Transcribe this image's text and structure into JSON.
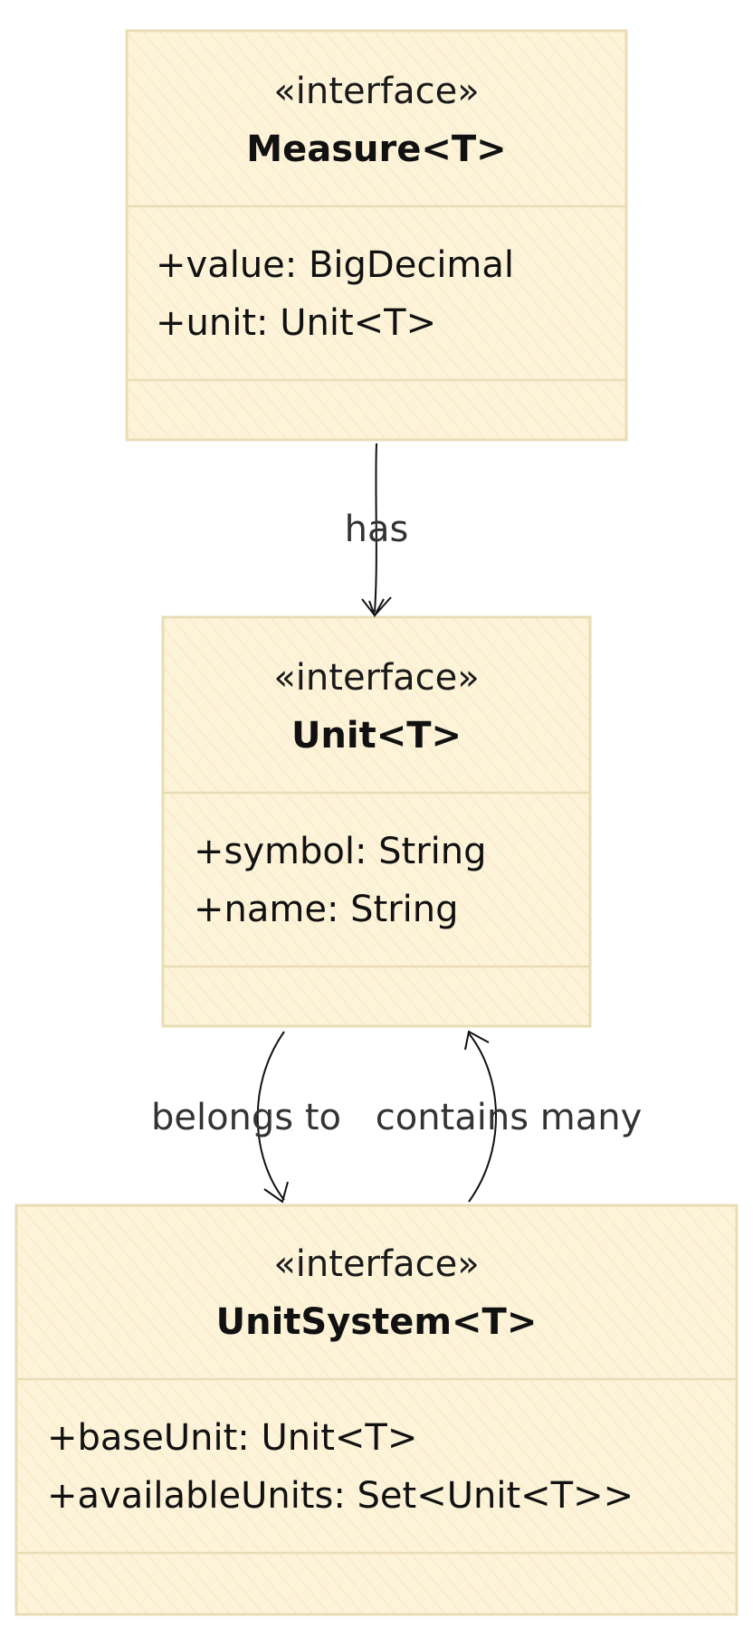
{
  "classes": {
    "measure": {
      "stereotype": "«interface»",
      "name": "Measure<T>",
      "attributes": [
        "+value: BigDecimal",
        "+unit: Unit<T>"
      ]
    },
    "unit": {
      "stereotype": "«interface»",
      "name": "Unit<T>",
      "attributes": [
        "+symbol: String",
        "+name: String"
      ]
    },
    "unitsystem": {
      "stereotype": "«interface»",
      "name": "UnitSystem<T>",
      "attributes": [
        "+baseUnit: Unit<T>",
        "+availableUnits: Set<Unit<T>>"
      ]
    }
  },
  "relations": {
    "has": "has",
    "belongs_to": "belongs to",
    "contains_many": "contains many"
  },
  "colors": {
    "box_fill": "#fdf3d9",
    "box_border": "#e9dcb6",
    "text": "#111111",
    "label": "#333333"
  }
}
